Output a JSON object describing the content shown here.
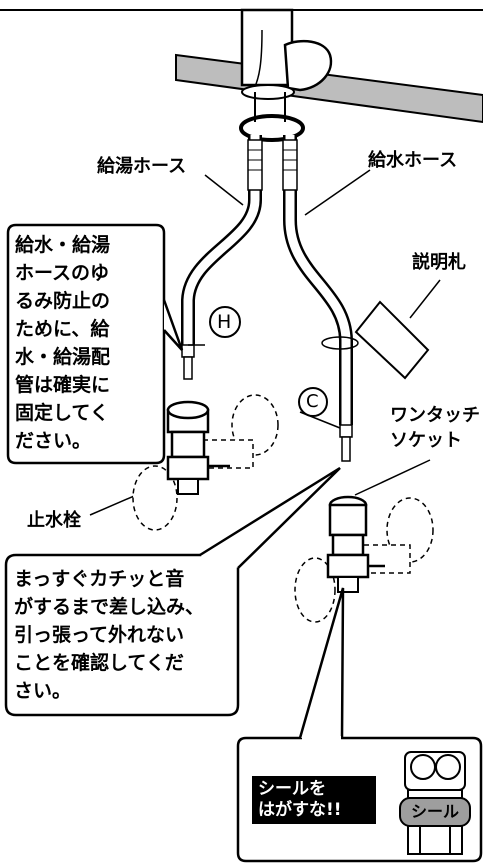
{
  "labels": {
    "hot_hose": "給湯ホース",
    "cold_hose": "給水ホース",
    "tag": "説明札",
    "one_touch_line1": "ワンタッチ",
    "one_touch_line2": "ソケット",
    "stop_valve": "止水栓",
    "marker_h": "H",
    "marker_c": "C"
  },
  "note_fix": {
    "lines": [
      "給水・給湯",
      "ホースのゆ",
      "るみ防止の",
      "ために、給",
      "水・給湯配",
      "管は確実に",
      "固定してく",
      "ださい。"
    ]
  },
  "note_insert": {
    "lines": [
      "まっすぐカチッと音",
      "がするまで差し込み、",
      "引っ張って外れない",
      "ことを確認してくだ",
      "さい。"
    ]
  },
  "seal_note": {
    "warning_lines": [
      "シールを",
      "はがすな!!"
    ],
    "seal_label": "シール"
  }
}
